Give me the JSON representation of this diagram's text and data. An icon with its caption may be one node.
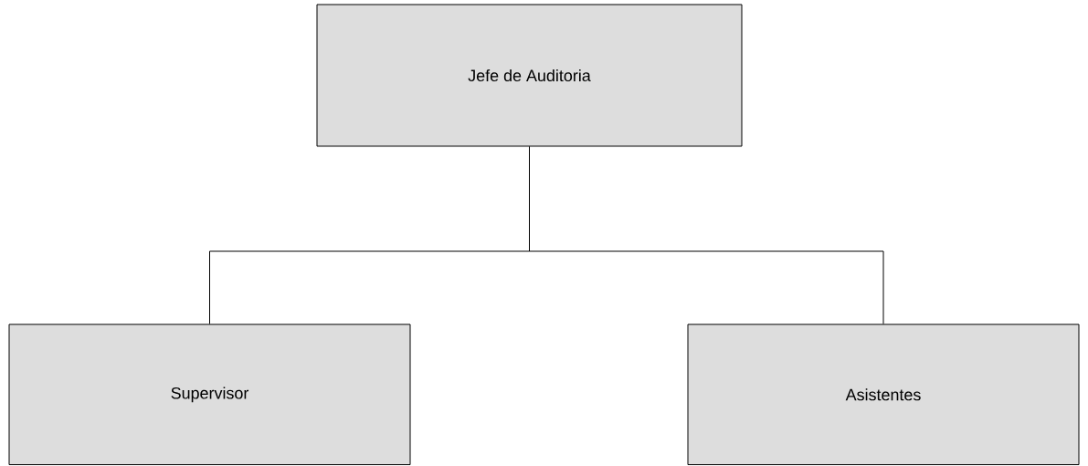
{
  "diagram": {
    "nodes": [
      {
        "text": [
          "Jefe de Auditoria"
        ]
      },
      {
        "text": [
          "Supervisor"
        ]
      },
      {
        "text": [
          "Asistentes"
        ]
      }
    ],
    "edges": [
      {
        "from": 0,
        "to": 1,
        "arrow": "none"
      },
      {
        "from": 0,
        "to": 2,
        "arrow": "none"
      }
    ]
  }
}
